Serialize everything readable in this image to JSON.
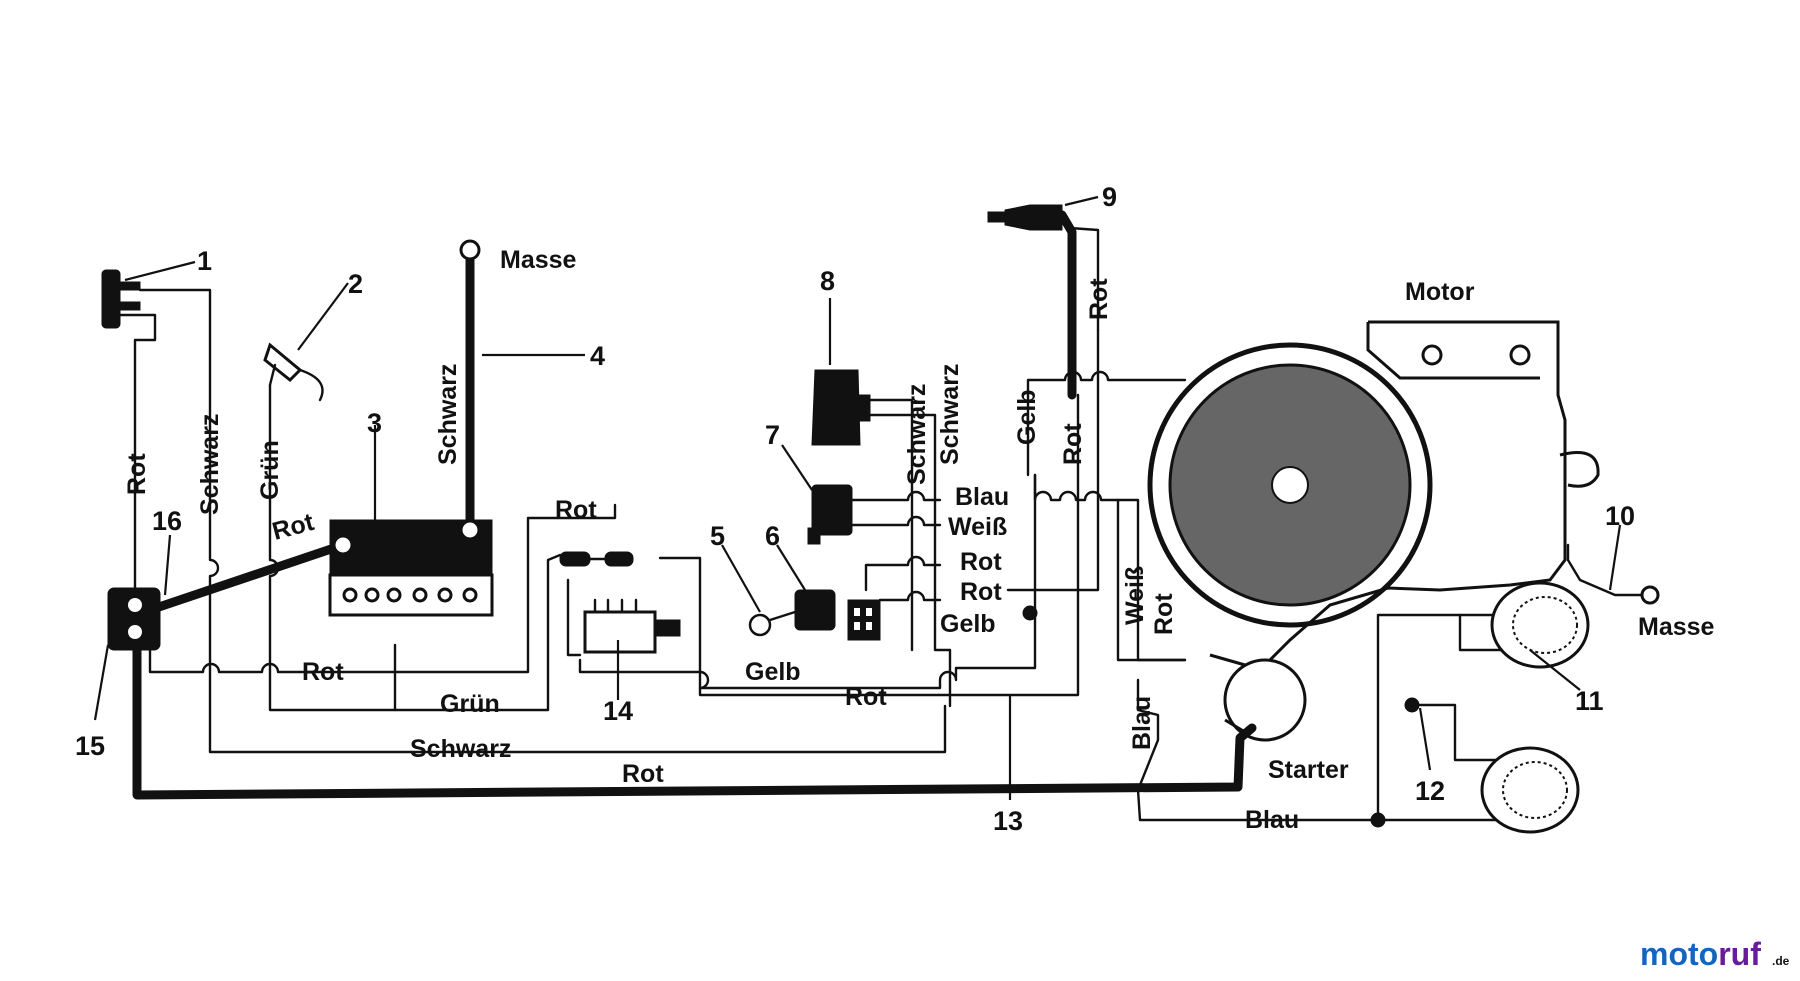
{
  "callouts": [
    "1",
    "2",
    "3",
    "4",
    "5",
    "6",
    "7",
    "8",
    "9",
    "10",
    "11",
    "12",
    "13",
    "14",
    "15",
    "16"
  ],
  "labels": {
    "masse": "Masse",
    "motor": "Motor",
    "starter": "Starter",
    "rot": "Rot",
    "schwarz": "Schwarz",
    "gruen": "Grün",
    "gelb": "Gelb",
    "blau": "Blau",
    "weiss": "Weiß"
  },
  "watermark": {
    "part1": "moto",
    "part2": "ruf",
    "suffix": ".de",
    "colors": {
      "m": "#1565c0",
      "o1": "#e53935",
      "t": "#43a047",
      "o2": "#fb8c00",
      "ruf": "#6a1b9a"
    }
  }
}
